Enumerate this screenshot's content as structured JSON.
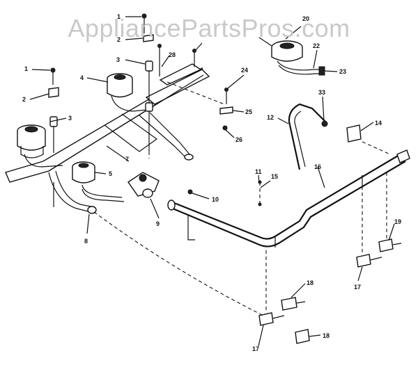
{
  "watermark": "AppliancePartsPros.com",
  "callouts": {
    "c1a": "1",
    "c1b": "1",
    "c2a": "2",
    "c2b": "2",
    "c3a": "3",
    "c3b": "3",
    "c4": "4",
    "c5": "5",
    "c7": "7",
    "c8": "8",
    "c9": "9",
    "c10": "10",
    "c11": "11",
    "c12": "12",
    "c14": "14",
    "c15": "15",
    "c16": "16",
    "c17a": "17",
    "c17b": "17",
    "c18a": "18",
    "c18b": "18",
    "c19": "19",
    "c20": "20",
    "c22": "22",
    "c23": "23",
    "c24": "24",
    "c25": "25",
    "c26": "26",
    "c28": "28",
    "c33": "33"
  }
}
